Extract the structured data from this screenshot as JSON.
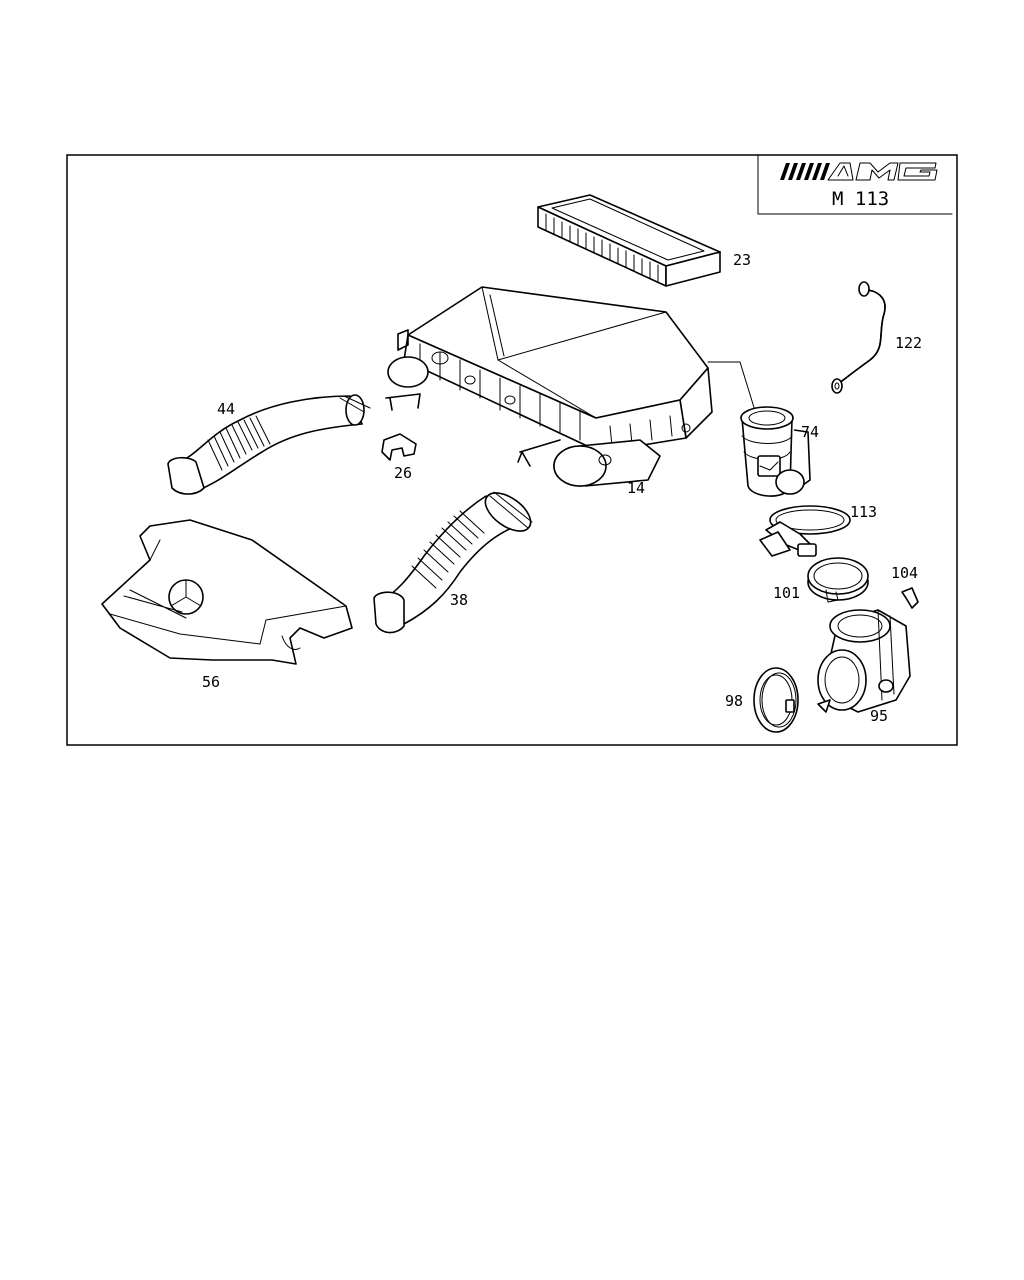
{
  "logo": {
    "brand": "AMG",
    "engine": "M 113"
  },
  "parts": [
    {
      "id": "p23",
      "number": "23"
    },
    {
      "id": "p122",
      "number": "122"
    },
    {
      "id": "p44",
      "number": "44"
    },
    {
      "id": "p74",
      "number": "74"
    },
    {
      "id": "p26",
      "number": "26"
    },
    {
      "id": "p14",
      "number": "14"
    },
    {
      "id": "p113",
      "number": "113"
    },
    {
      "id": "p104",
      "number": "104"
    },
    {
      "id": "p101",
      "number": "101"
    },
    {
      "id": "p38",
      "number": "38"
    },
    {
      "id": "p56",
      "number": "56"
    },
    {
      "id": "p98",
      "number": "98"
    },
    {
      "id": "p95",
      "number": "95"
    }
  ]
}
